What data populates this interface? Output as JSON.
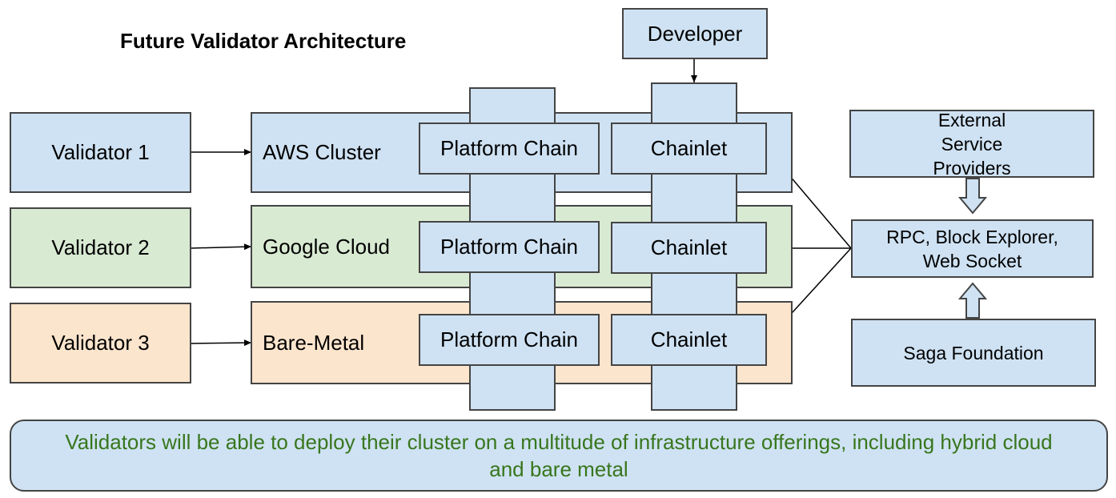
{
  "title": "Future Validator Architecture",
  "developer": "Developer",
  "validators": [
    {
      "label": "Validator 1",
      "cluster": "AWS Cluster",
      "color": "#cfe2f3"
    },
    {
      "label": "Validator 2",
      "cluster": "Google Cloud",
      "color": "#d9ead3"
    },
    {
      "label": "Validator 3",
      "cluster": "Bare-Metal",
      "color": "#fce5cd"
    }
  ],
  "platform_chain_label": "Platform Chain",
  "chainlet_label": "Chainlet",
  "external_providers": "External Service Providers",
  "rpc": "RPC, Block Explorer, Web Socket",
  "saga_foundation": "Saga Foundation",
  "footer": "Validators will be able to deploy their cluster on a multitude of infrastructure offerings, including hybrid cloud and bare metal",
  "colors": {
    "box_fill": "#cfe2f3",
    "green_fill": "#d9ead3",
    "orange_fill": "#fce5cd",
    "footer_text": "#38761d",
    "border": "#444444"
  }
}
